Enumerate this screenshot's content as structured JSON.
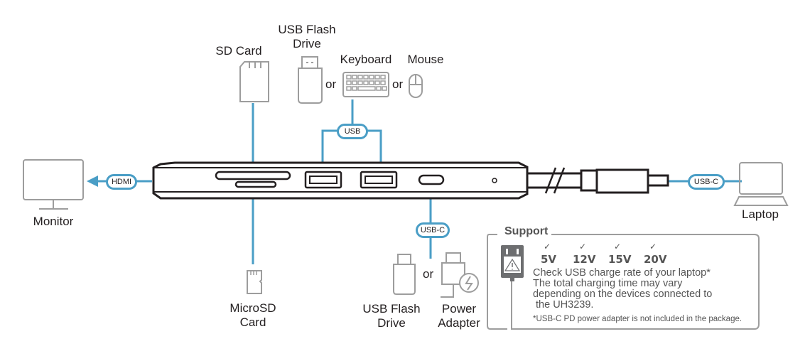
{
  "labels": {
    "monitor": "Monitor",
    "laptop": "Laptop",
    "sd_card": "SD Card",
    "usb_flash_top_line1": "USB Flash",
    "usb_flash_top_line2": "Drive",
    "keyboard": "Keyboard",
    "mouse": "Mouse",
    "microsd_line1": "MicroSD",
    "microsd_line2": "Card",
    "usb_flash_bottom_line1": "USB Flash",
    "usb_flash_bottom_line2": "Drive",
    "power_adapter_line1": "Power",
    "power_adapter_line2": "Adapter",
    "or": "or"
  },
  "connectors": {
    "hdmi": "HDMI",
    "usb": "USB",
    "usb_c_bottom": "USB-C",
    "usb_c_host": "USB-C"
  },
  "support": {
    "title": "Support",
    "voltages": [
      "5V",
      "12V",
      "15V",
      "20V"
    ],
    "check_glyph": "✓",
    "lines": [
      "Check USB charge rate of your laptop*",
      "The total charging time may vary",
      "depending on the devices connected to",
      " the UH3239."
    ],
    "note": "*USB-C PD power adapter is not included in the package."
  },
  "colors": {
    "accent_line": "#4a9ec6",
    "device_outline": "#231f20",
    "icon_gray": "#9d9d9d",
    "support_gray": "#6d6e70"
  }
}
